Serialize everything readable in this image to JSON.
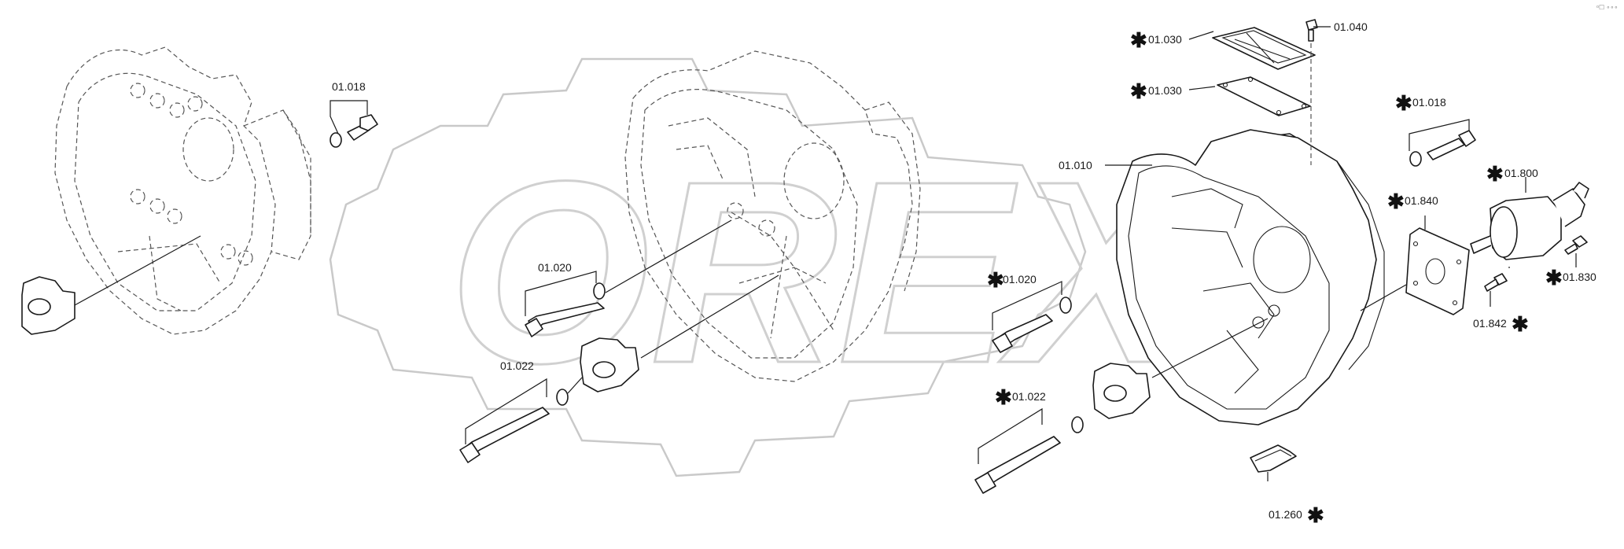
{
  "watermark": {
    "text": "OREX"
  },
  "corner_mark": "ᵒ☐ ∘∘∘",
  "labels": {
    "l01018a": "01.018",
    "l01020a": "01.020",
    "l01022a": "01.022",
    "l01030a": "01.030",
    "l01030b": "01.030",
    "l01040": "01.040",
    "l01010": "01.010",
    "l01020b": "01.020",
    "l01022b": "01.022",
    "l01018b": "01.018",
    "l01800": "01.800",
    "l01840": "01.840",
    "l01830": "01.830",
    "l01842": "01.842",
    "l01260": "01.260"
  },
  "star_symbol": "✱"
}
